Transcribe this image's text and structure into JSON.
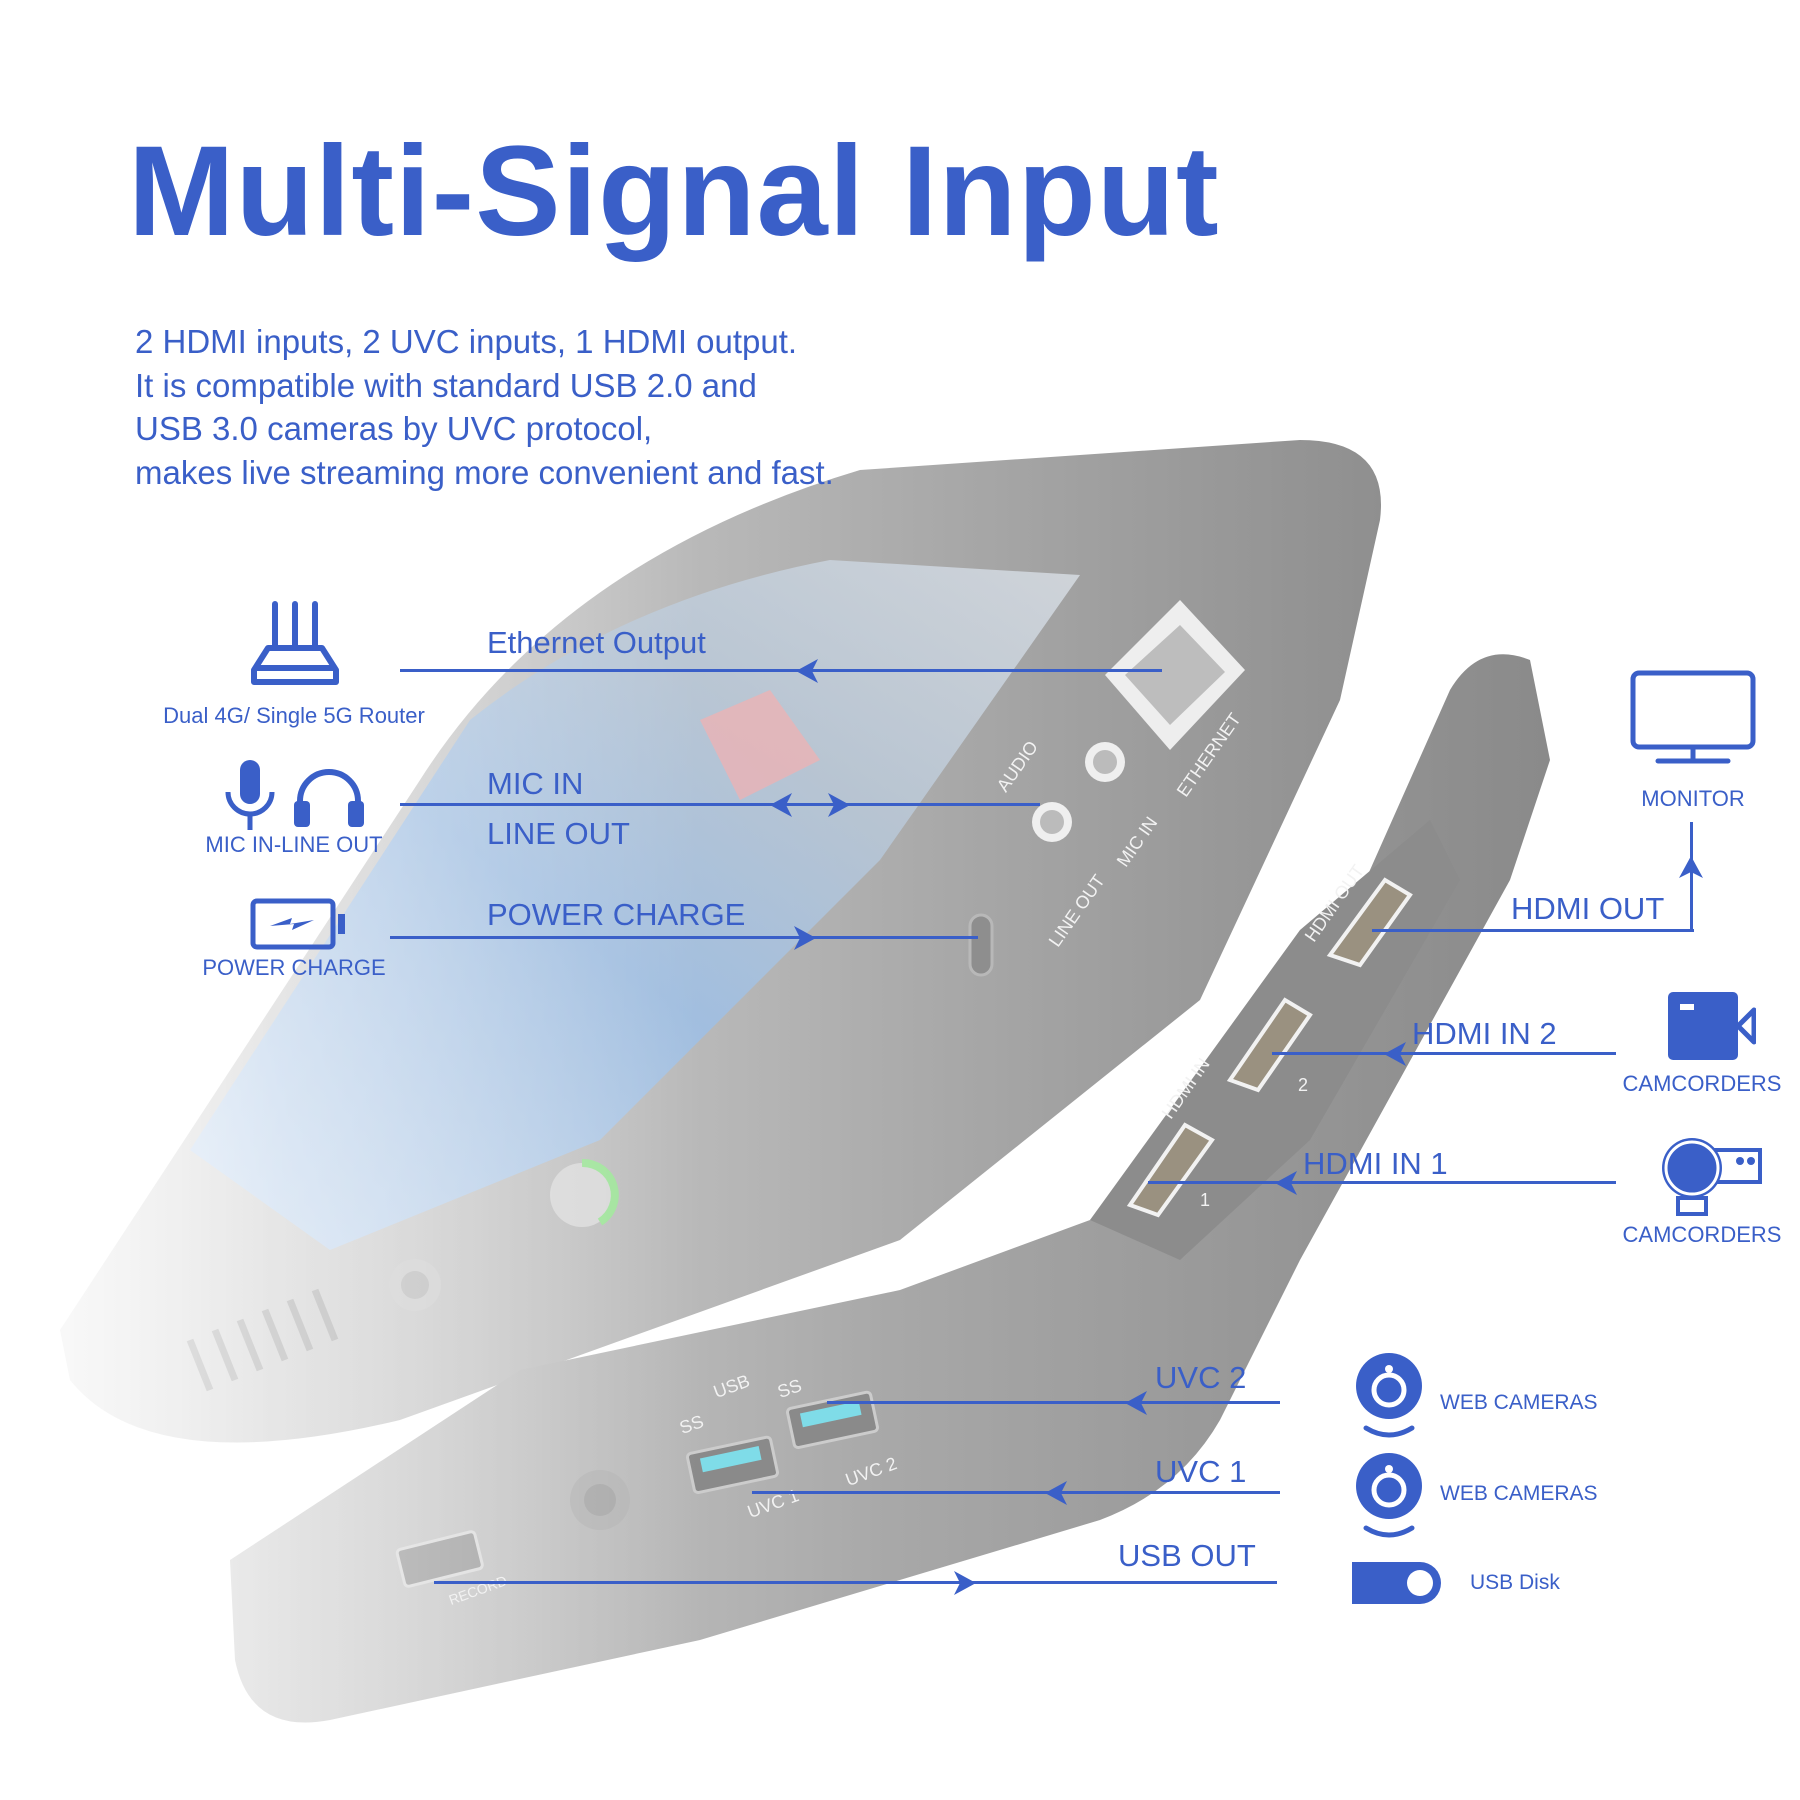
{
  "header": {
    "title": "Multi-Signal Input",
    "description": [
      "2 HDMI inputs, 2 UVC inputs, 1 HDMI output.",
      "It is compatible with standard USB 2.0 and",
      "USB 3.0 cameras by UVC protocol,",
      "makes live streaming more convenient and fast."
    ]
  },
  "colors": {
    "accent": "#3a5fc8",
    "device_body": "#9a9a9a",
    "device_dark": "#7d7d7d",
    "background": "#ffffff"
  },
  "left_devices": [
    {
      "icon": "router-icon",
      "label": "Dual 4G/ Single 5G Router",
      "connection": "Ethernet Output"
    },
    {
      "icon": "mic-headphone-icon",
      "label": "MIC IN-LINE OUT",
      "connection_top": "MIC IN",
      "connection_bottom": "LINE OUT"
    },
    {
      "icon": "battery-charge-icon",
      "label": "POWER CHARGE",
      "connection": "POWER CHARGE"
    }
  ],
  "right_devices": [
    {
      "icon": "monitor-icon",
      "label": "MONITOR",
      "connection": "HDMI OUT"
    },
    {
      "icon": "camcorder-icon",
      "label": "CAMCORDERS",
      "connection": "HDMI IN 2"
    },
    {
      "icon": "ptz-camera-icon",
      "label": "CAMCORDERS",
      "connection": "HDMI IN 1"
    }
  ],
  "bottom_devices": [
    {
      "icon": "webcam-icon",
      "label": "WEB CAMERAS",
      "connection": "UVC 2"
    },
    {
      "icon": "webcam-icon",
      "label": "WEB CAMERAS",
      "connection": "UVC 1"
    },
    {
      "icon": "usb-disk-icon",
      "label": "USB Disk",
      "connection": "USB OUT"
    }
  ],
  "device_port_labels": {
    "audio": "AUDIO",
    "line_out": "LINE OUT",
    "mic_in": "MIC IN",
    "ethernet": "ETHERNET",
    "hdmi_out": "HDMI OUT",
    "hdmi_in": "HDMI IN",
    "hdmi_in_1": "1",
    "hdmi_in_2": "2",
    "usb": "USB",
    "ss_1": "SS",
    "ss_2": "SS",
    "uvc_1": "UVC 1",
    "uvc_2": "UVC 2",
    "record": "RECORD"
  }
}
